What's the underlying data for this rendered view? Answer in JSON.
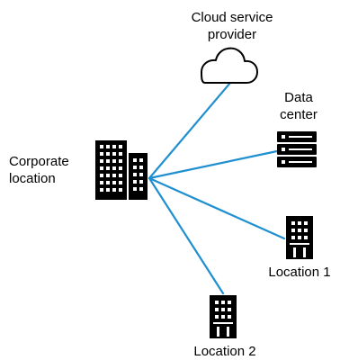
{
  "nodes": {
    "cloud": {
      "label_line1": "Cloud service",
      "label_line2": "provider"
    },
    "datacenter": {
      "label_line1": "Data",
      "label_line2": "center"
    },
    "corporate": {
      "label_line1": "Corporate",
      "label_line2": "location"
    },
    "location1": {
      "label": "Location 1"
    },
    "location2": {
      "label": "Location 2"
    }
  },
  "colors": {
    "link": "#1f8fd0",
    "icon": "#000000"
  },
  "icons": {
    "cloud": "cloud-icon",
    "datacenter": "server-rack-icon",
    "corporate": "office-buildings-icon",
    "location1": "building-icon",
    "location2": "building-icon"
  }
}
